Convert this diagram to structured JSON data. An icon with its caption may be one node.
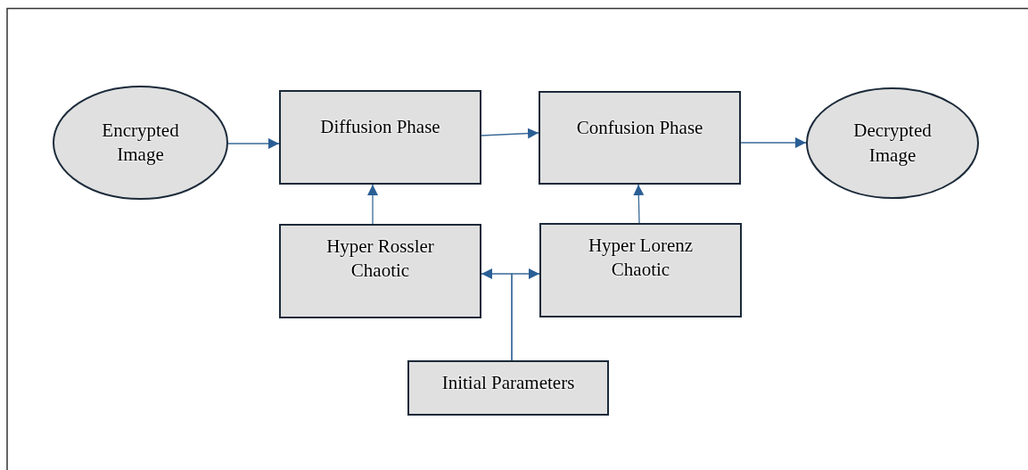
{
  "diagram": {
    "nodes": [
      {
        "text": [
          "Encrypted Image"
        ]
      },
      {
        "text": [
          "Diffusion Phase"
        ]
      },
      {
        "text": [
          "Confusion Phase"
        ]
      },
      {
        "text": [
          "Decrypted Image"
        ]
      },
      {
        "text": [
          "Hyper Rossler Chaotic"
        ]
      },
      {
        "text": [
          "Hyper Lorenz Chaotic"
        ]
      },
      {
        "text": [
          "Initial Parameters"
        ]
      }
    ],
    "edges": [
      {
        "from": 0,
        "to": 1,
        "arrow": "to"
      },
      {
        "from": 1,
        "to": 2,
        "arrow": "to"
      },
      {
        "from": 2,
        "to": 3,
        "arrow": "to"
      },
      {
        "from": 4,
        "to": 1,
        "arrow": "to"
      },
      {
        "from": 5,
        "to": 2,
        "arrow": "to"
      },
      {
        "from": 6,
        "to": 4,
        "arrow": "to"
      },
      {
        "from": 6,
        "to": 5,
        "arrow": "to"
      }
    ]
  }
}
